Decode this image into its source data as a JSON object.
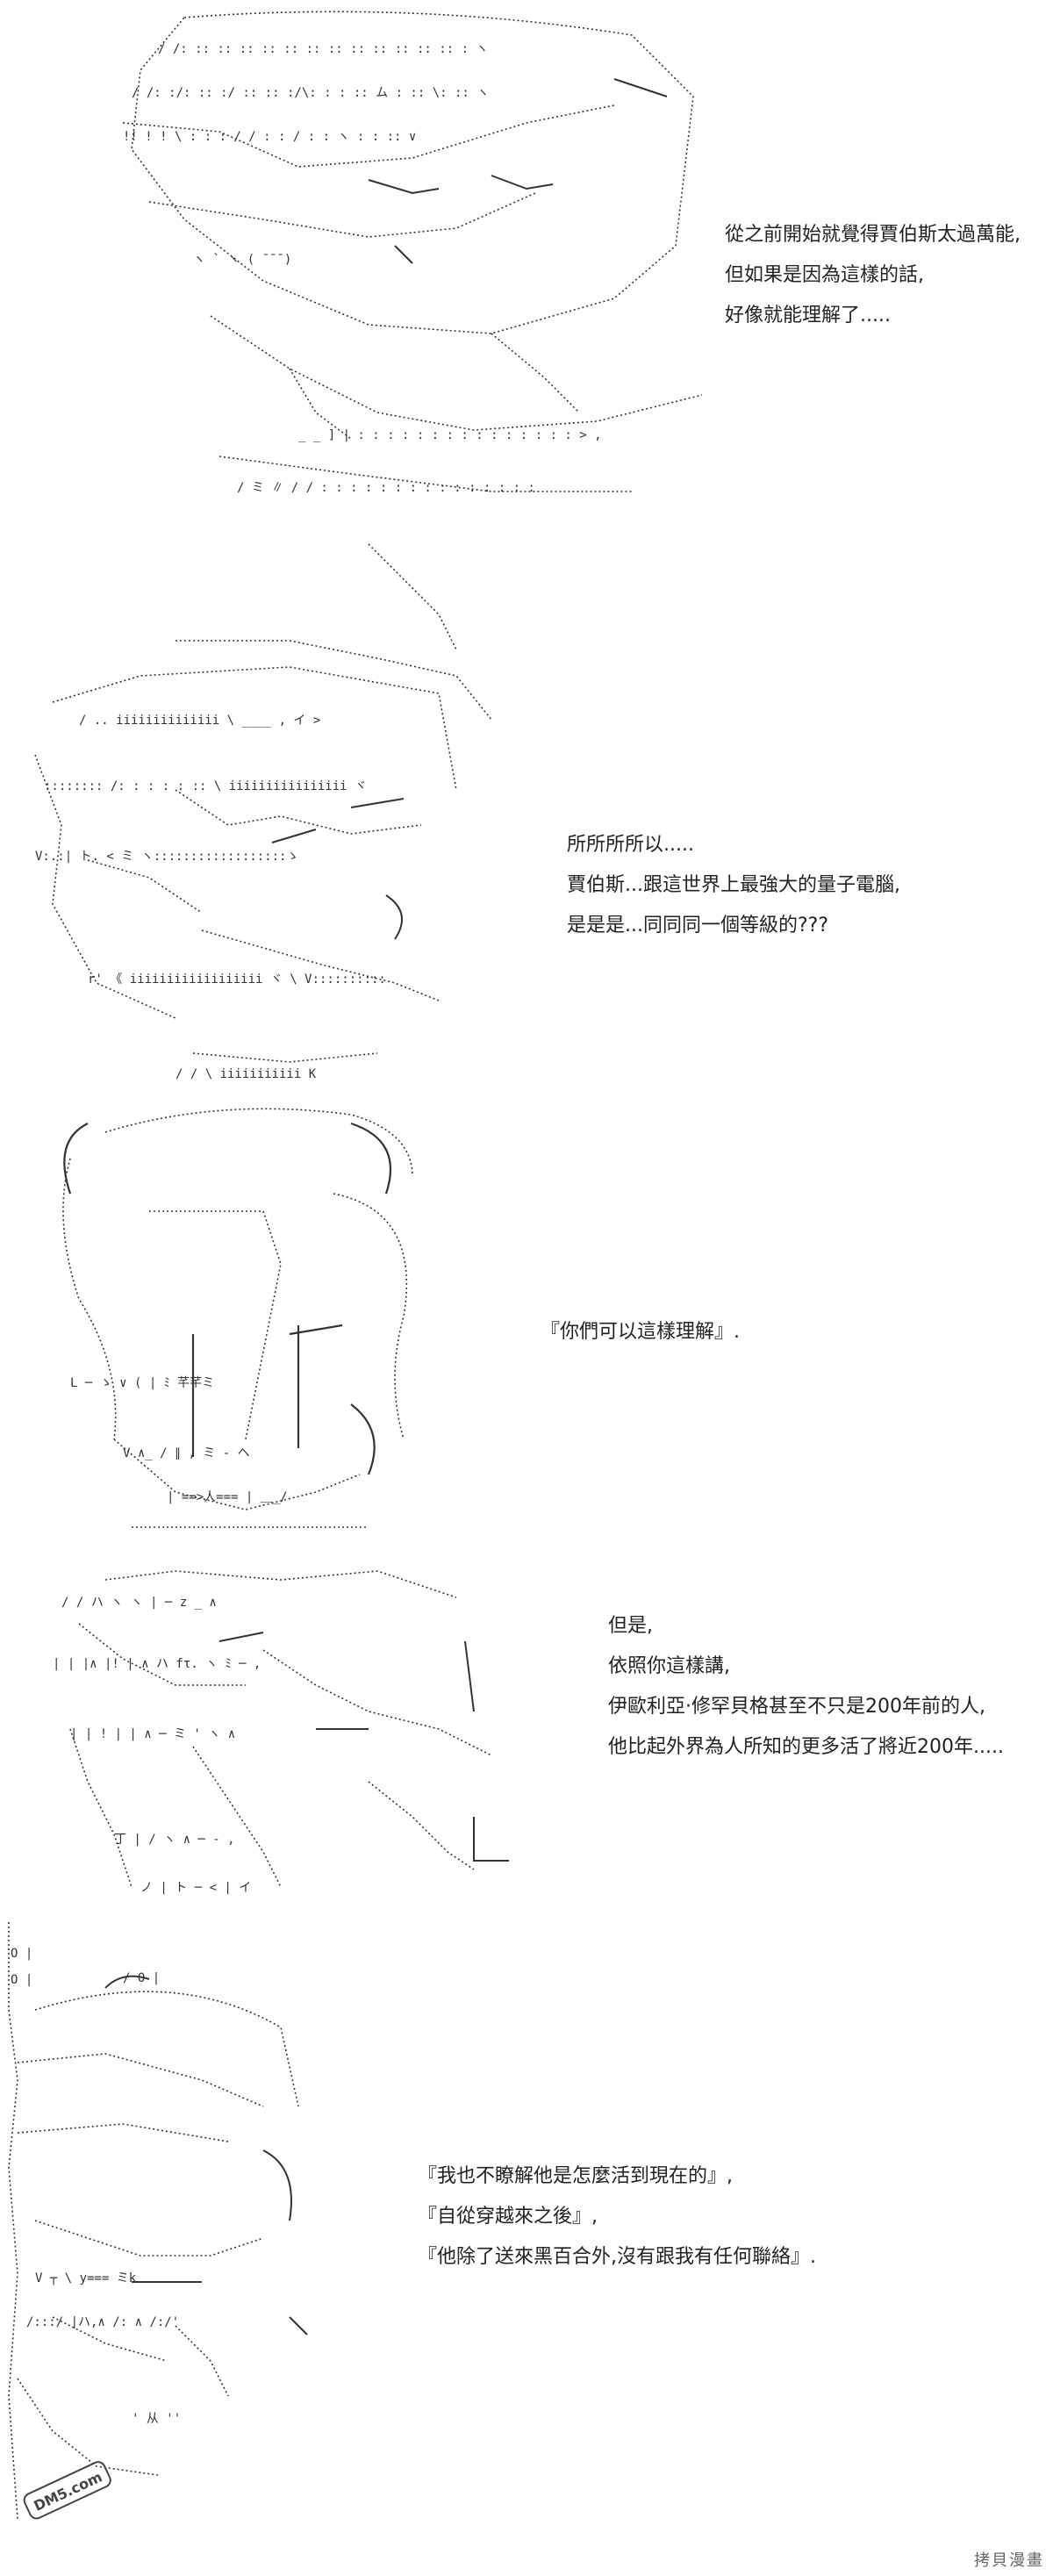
{
  "panels": [
    {
      "lines": [
        "從之前開始就覺得賈伯斯太過萬能,",
        "但如果是因為這樣的話,",
        "好像就能理解了....."
      ]
    },
    {
      "lines": [
        "所所所所以.....",
        "賈伯斯...跟這世界上最強大的量子電腦,",
        "是是是...同同同一個等級的???"
      ]
    },
    {
      "lines": [
        "『你們可以這樣理解』."
      ]
    },
    {
      "lines": [
        "但是,",
        "依照你這樣講,",
        "伊歐利亞·修罕貝格甚至不只是200年前的人,",
        "他比起外界為人所知的更多活了將近200年....."
      ]
    },
    {
      "lines": [
        "『我也不瞭解他是怎麼活到現在的』,",
        "『自從穿越來之後』,",
        "『他除了送來黑百合外,沒有跟我有任何聯絡』."
      ]
    }
  ],
  "watermark": {
    "text": "DM5.com"
  },
  "credit": {
    "text": "拷貝漫畫"
  },
  "colors": {
    "ink": "#1a1a1a",
    "background": "#ffffff"
  }
}
